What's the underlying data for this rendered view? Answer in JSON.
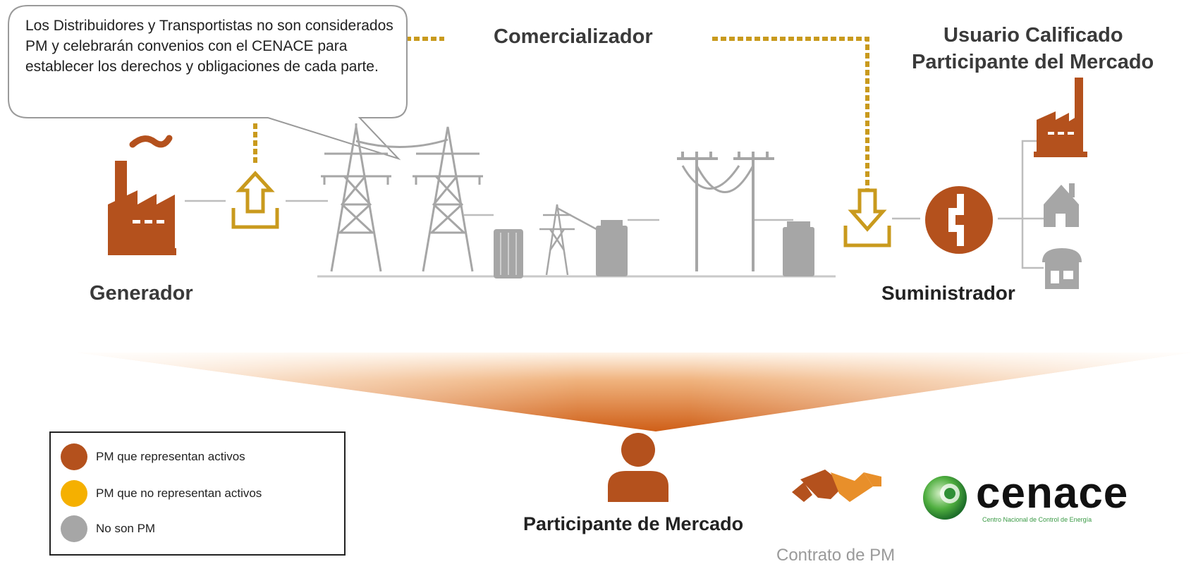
{
  "callout": {
    "text": "Los Distribuidores y Transportistas no son considerados PM y celebrarán convenios con el CENACE para establecer los derechos y obligaciones de cada parte."
  },
  "labels": {
    "comercializador": "Comercializador",
    "usuario_line1": "Usuario Calificado",
    "usuario_line2": "Participante del Mercado",
    "generador": "Generador",
    "suministrador": "Suministrador",
    "participante": "Participante de Mercado",
    "contrato": "Contrato de  PM"
  },
  "legend": {
    "items": [
      {
        "label": "PM que representan activos",
        "color": "#b4511d"
      },
      {
        "label": "PM que no representan activos",
        "color": "#f5b000"
      },
      {
        "label": "No son PM",
        "color": "#a6a6a6"
      }
    ]
  },
  "logo": {
    "word": "cenace",
    "subtitle": "Centro Nacional de Control de Energía"
  },
  "colors": {
    "pm_active": "#b4511d",
    "pm_non_active": "#c99a1d",
    "non_pm": "#a6a6a6",
    "funnel": "#d9691f"
  },
  "icons": [
    "factory-icon",
    "upload-arrow-icon",
    "transmission-tower-icon",
    "transformer-icon",
    "distribution-pole-icon",
    "download-arrow-icon",
    "meter-icon",
    "house-icon",
    "shop-icon",
    "person-icon",
    "handshake-icon",
    "cenace-logo-icon"
  ]
}
